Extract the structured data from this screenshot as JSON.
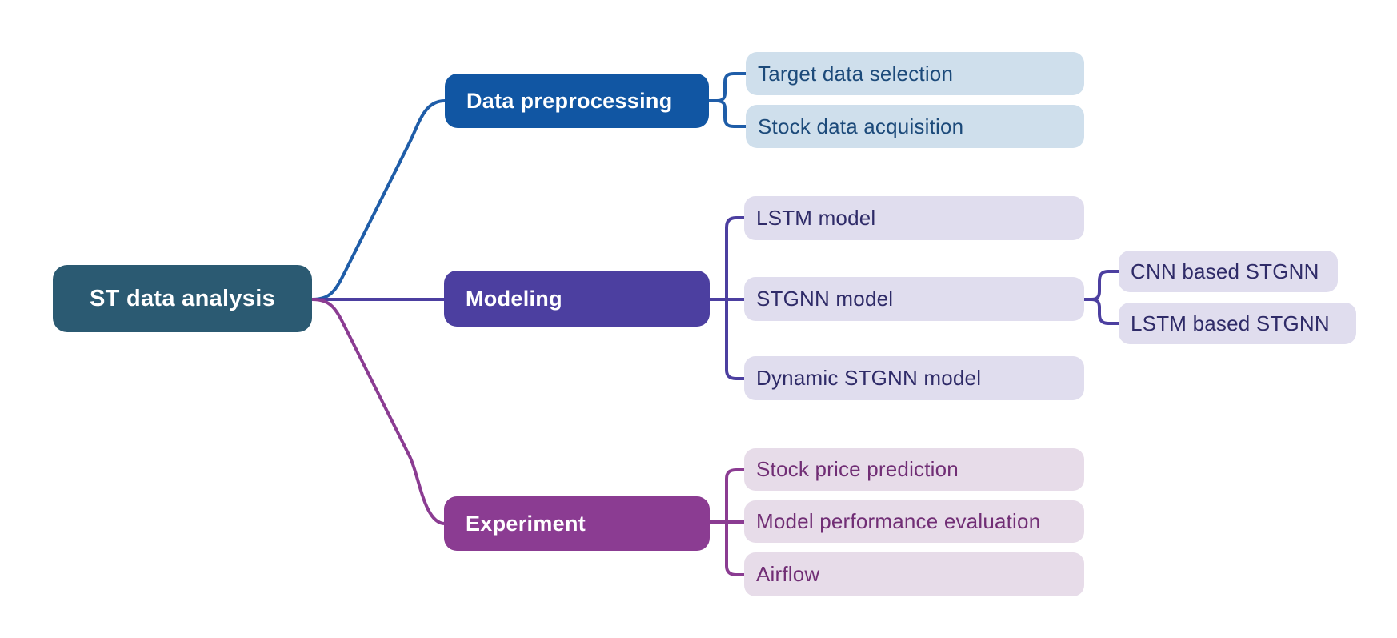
{
  "diagram": {
    "type": "mindmap",
    "root": {
      "label": "ST data analysis"
    },
    "branches": [
      {
        "label": "Data preprocessing",
        "children": [
          {
            "label": "Target data selection"
          },
          {
            "label": "Stock data acquisition"
          }
        ]
      },
      {
        "label": "Modeling",
        "children": [
          {
            "label": "LSTM model"
          },
          {
            "label": "STGNN model",
            "children": [
              {
                "label": "CNN based STGNN"
              },
              {
                "label": "LSTM based STGNN"
              }
            ]
          },
          {
            "label": "Dynamic STGNN model"
          }
        ]
      },
      {
        "label": "Experiment",
        "children": [
          {
            "label": "Stock price prediction"
          },
          {
            "label": "Model performance evaluation"
          },
          {
            "label": "Airflow"
          }
        ]
      }
    ],
    "colors": {
      "root-bg": "#2b5a72",
      "blue-parent": "#1156a3",
      "blue-leaf-bg": "#cfdfec",
      "blue-leaf-text": "#1c4a7a",
      "blue-line": "#1f5da8",
      "indigo-parent": "#4c3fa0",
      "indigo-leaf-bg": "#e0ddee",
      "indigo-leaf-text": "#2f2b68",
      "indigo-line": "#4c3fa0",
      "purple-parent": "#8b3c92",
      "purple-leaf-bg": "#e7dce9",
      "purple-leaf-text": "#712e75",
      "purple-line": "#8b3c92"
    }
  }
}
